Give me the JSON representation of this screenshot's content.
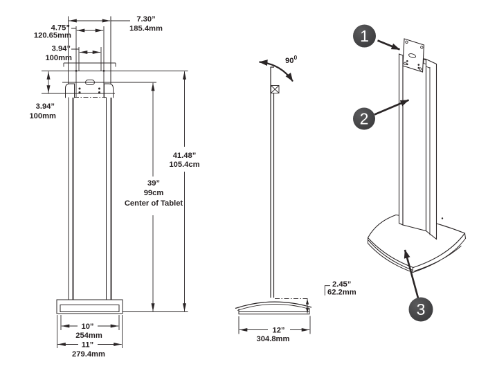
{
  "front_view": {
    "top_width": {
      "in": "7.30”",
      "metric": "185.4mm"
    },
    "plate_width": {
      "in": "4.75”",
      "metric": "120.65mm"
    },
    "vesa_width": {
      "in": "3.94”",
      "metric": "100mm"
    },
    "vesa_height": {
      "in": "3.94”",
      "metric": "100mm"
    },
    "total_height": {
      "in": "41.48”",
      "metric": "105.4cm"
    },
    "tablet_center": {
      "in": "39”",
      "metric": "99cm",
      "note": "Center of Tablet"
    },
    "base_inner_width": {
      "in": "10”",
      "metric": "254mm"
    },
    "base_width": {
      "in": "11”",
      "metric": "279.4mm"
    }
  },
  "side_view": {
    "rotation": {
      "value": "90",
      "sup": "0"
    },
    "base_height": {
      "in": "2.45”",
      "metric": "62.2mm"
    },
    "base_depth": {
      "in": "12”",
      "metric": "304.8mm"
    }
  },
  "perspective_view": {
    "callouts": [
      {
        "number": "1"
      },
      {
        "number": "2"
      },
      {
        "number": "3"
      }
    ]
  },
  "colors": {
    "line": "#2a2526",
    "callout_fill": "#404042",
    "callout_text": "#ffffff",
    "background": "#ffffff"
  }
}
